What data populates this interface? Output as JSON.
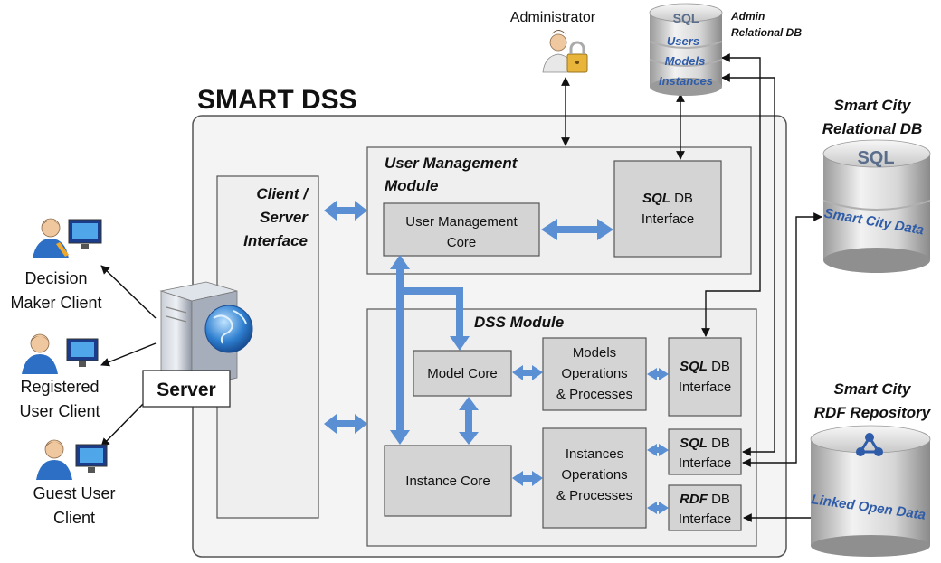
{
  "title": "SMART DSS",
  "administrator": "Administrator",
  "admin_db": {
    "label_line1": "Admin",
    "label_line2": "Relational DB",
    "sql": "SQL",
    "tiers": [
      "Users",
      "Models",
      "Instances"
    ]
  },
  "smart_city_db": {
    "label_line1": "Smart City",
    "label_line2": "Relational DB",
    "sql": "SQL",
    "band": "Smart City Data"
  },
  "rdf_repo": {
    "label_line1": "Smart City",
    "label_line2": "RDF Repository",
    "band": "Linked Open Data"
  },
  "client_server": {
    "line1": "Client /",
    "line2": "Server",
    "line3": "Interface"
  },
  "user_mgmt_module": {
    "title_line1": "User Management",
    "title_line2": "Module",
    "core_line1": "User Management",
    "core_line2": "Core",
    "sql_interface": {
      "prefix": "SQL",
      "rest": " DB",
      "line2": "Interface"
    }
  },
  "dss_module": {
    "title": "DSS Module",
    "model_core": "Model Core",
    "instance_core": "Instance Core",
    "models_ops": [
      "Models",
      "Operations",
      "& Processes"
    ],
    "instances_ops": [
      "Instances",
      "Operations",
      "& Processes"
    ],
    "sql_interface_1": {
      "prefix": "SQL",
      "rest": " DB",
      "line2": "Interface"
    },
    "sql_interface_2": {
      "prefix": "SQL",
      "rest": " DB",
      "line2": "Interface"
    },
    "rdf_interface": {
      "prefix": "RDF",
      "rest": " DB",
      "line2": "Interface"
    }
  },
  "server": "Server",
  "clients": [
    {
      "line1": "Decision",
      "line2": "Maker Client"
    },
    {
      "line1": "Registered",
      "line2": "User Client"
    },
    {
      "line1": "Guest User",
      "line2": "Client"
    }
  ]
}
